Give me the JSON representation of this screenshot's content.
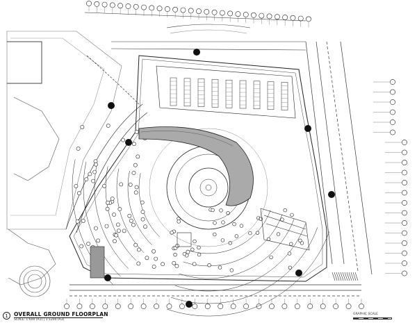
{
  "title_block": {
    "number": "1",
    "title": "OVERALL GROUND FLOORPLAN",
    "scale": "SCALE: 1:600 (A1) | 1:1200 (A3)"
  },
  "graphic_scale": {
    "label": "GRAPHIC SCALE"
  },
  "grid": {
    "top_count": 29,
    "bottom_count": 24,
    "right_count": 20
  },
  "plan": {
    "parking_aisle_count_north": 9,
    "roundabout": true
  }
}
